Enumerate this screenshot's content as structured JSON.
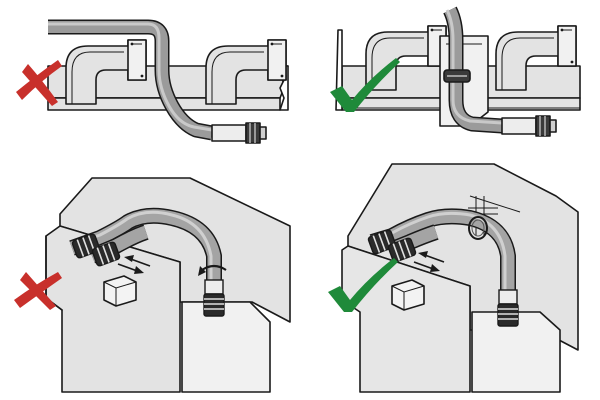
{
  "panels": [
    {
      "id": "top-left",
      "verdict": "incorrect",
      "mark": "cross-icon"
    },
    {
      "id": "top-right",
      "verdict": "correct",
      "mark": "check-icon"
    },
    {
      "id": "bottom-left",
      "verdict": "incorrect",
      "mark": "cross-icon"
    },
    {
      "id": "bottom-right",
      "verdict": "correct",
      "mark": "check-icon"
    }
  ],
  "colors": {
    "cross": "#c8302b",
    "check": "#1f8a3a",
    "outline": "#1a1a1a",
    "metal": "#9b9b9b",
    "surface": "#e3e3e3"
  }
}
